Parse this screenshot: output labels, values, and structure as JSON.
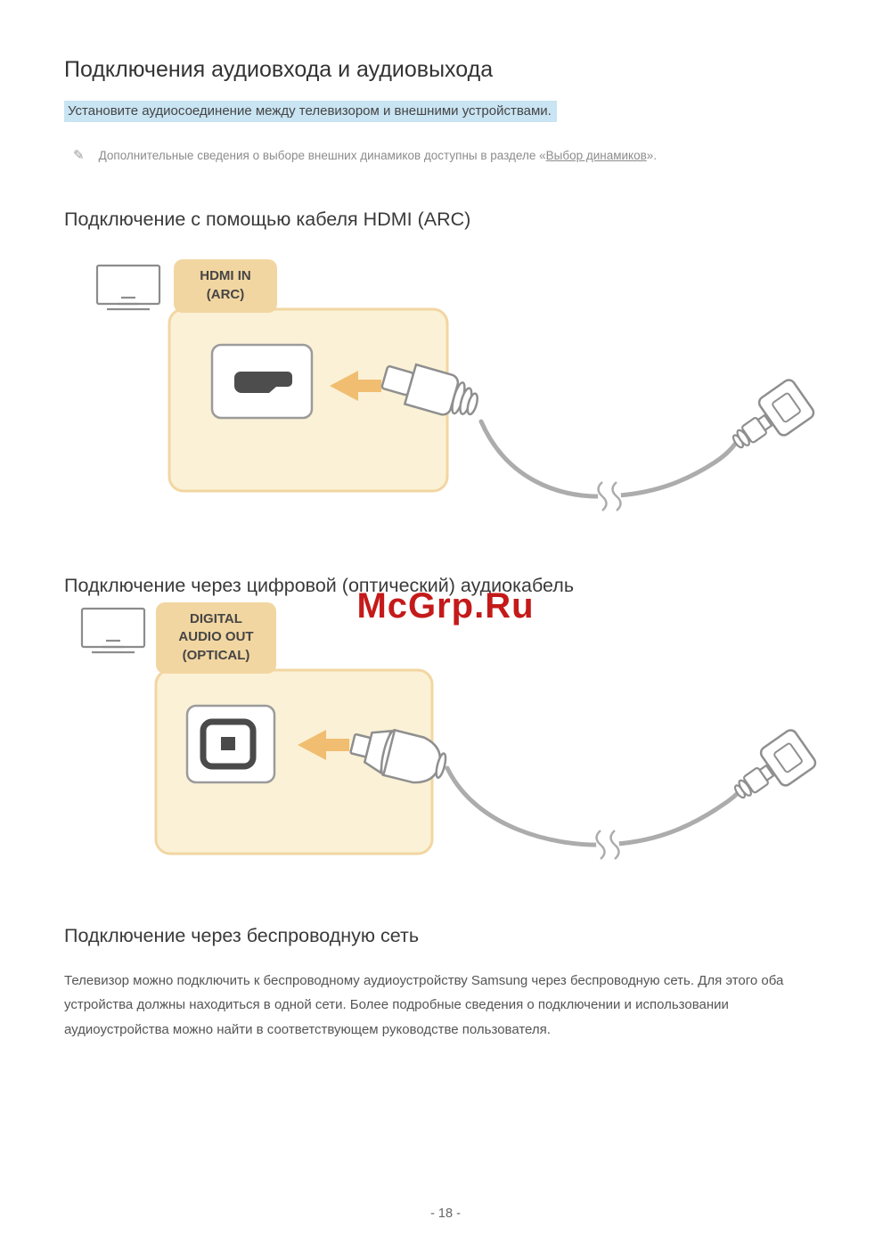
{
  "page": {
    "title": "Подключения аудиовхода и аудиовыхода",
    "highlight": "Установите аудиосоединение между телевизором и внешними устройствами.",
    "note": {
      "icon": "pencil-icon",
      "prefix": "Дополнительные сведения о выборе внешних динамиков доступны в разделе «",
      "link": "Выбор динамиков",
      "suffix": "»."
    },
    "watermark": "McGrp.Ru",
    "page_number": "- 18 -"
  },
  "sections": {
    "hdmi": {
      "heading": "Подключение с помощью кабеля HDMI (ARC)",
      "port_label": "HDMI IN\n(ARC)"
    },
    "optical": {
      "heading": "Подключение через цифровой (оптический) аудиокабель",
      "port_label": "DIGITAL\nAUDIO OUT\n(OPTICAL)"
    },
    "wireless": {
      "heading": "Подключение через беспроводную сеть",
      "body": "Телевизор можно подключить к беспроводному аудиоустройству Samsung через беспроводную сеть. Для этого оба устройства должны находиться в одной сети. Более подробные сведения о подключении и использовании аудиоустройства можно найти в соответствующем руководстве пользователя."
    }
  },
  "colors": {
    "accent_tan": "#f2d6a1",
    "panel_fill": "#fbf1d6",
    "highlight_bg": "#c9e4f2",
    "watermark_red": "#c41a1a",
    "cable_gray": "#acacac"
  }
}
